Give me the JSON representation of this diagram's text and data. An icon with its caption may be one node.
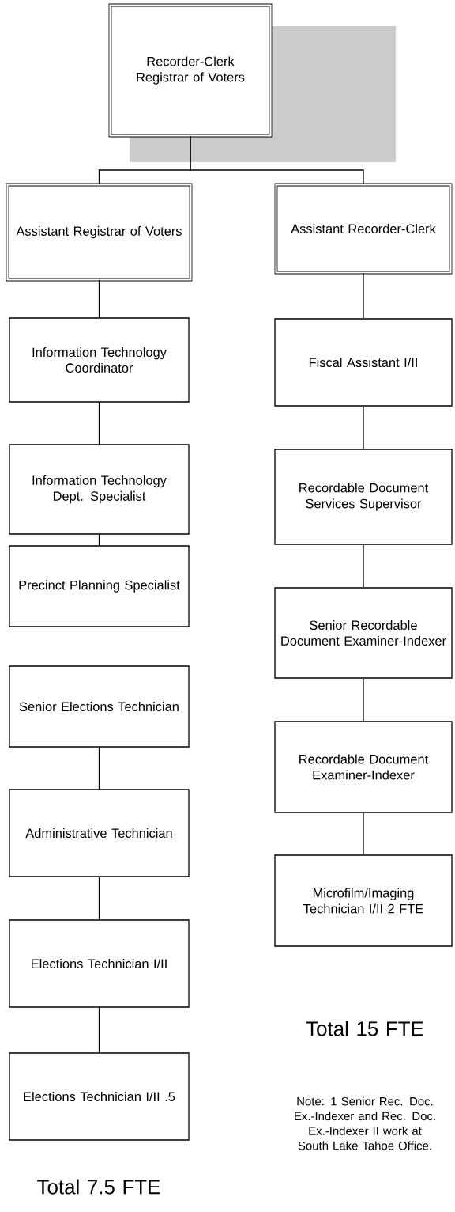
{
  "diagram": {
    "nodes": [
      {
        "text": [
          "Recorder-Clerk Registrar of Voters"
        ]
      },
      {
        "text": [
          "Assistant Registrar of Voters"
        ]
      },
      {
        "text": [
          "Assistant Recorder-Clerk"
        ]
      },
      {
        "text": [
          "Information Technology Coordinator"
        ]
      },
      {
        "text": [
          "Information Technology Dept. Specialist"
        ]
      },
      {
        "text": [
          "Precinct Planning Specialist"
        ]
      },
      {
        "text": [
          "Senior Elections Technician"
        ]
      },
      {
        "text": [
          "Administrative Technician"
        ]
      },
      {
        "text": [
          "Elections Technician I/II"
        ]
      },
      {
        "text": [
          "Elections Technician I/II .5"
        ]
      },
      {
        "text": [
          "Fiscal Assistant I/II"
        ]
      },
      {
        "text": [
          "Recordable Document Services Supervisor"
        ]
      },
      {
        "text": [
          "Senior Recordable Document Examiner-Indexer"
        ]
      },
      {
        "text": [
          "Recordable Document Examiner-Indexer"
        ]
      },
      {
        "text": [
          "Microfilm/Imaging Technician I/II 2 FTE"
        ]
      }
    ],
    "edges": [
      {
        "from": 0,
        "to": 1,
        "arrow": "none"
      },
      {
        "from": 0,
        "to": 2,
        "arrow": "none"
      },
      {
        "from": 1,
        "to": 3,
        "arrow": "none"
      },
      {
        "from": 3,
        "to": 4,
        "arrow": "none"
      },
      {
        "from": 4,
        "to": 5,
        "arrow": "none"
      },
      {
        "from": 6,
        "to": 7,
        "arrow": "none"
      },
      {
        "from": 7,
        "to": 8,
        "arrow": "none"
      },
      {
        "from": 8,
        "to": 9,
        "arrow": "none"
      },
      {
        "from": 2,
        "to": 10,
        "arrow": "none"
      },
      {
        "from": 10,
        "to": 11,
        "arrow": "none"
      },
      {
        "from": 11,
        "to": 12,
        "arrow": "none"
      },
      {
        "from": 12,
        "to": 13,
        "arrow": "none"
      },
      {
        "from": 13,
        "to": 14,
        "arrow": "none"
      }
    ],
    "labels": [
      "Total 15 FTE",
      "Note: 1 Senior Rec. Doc. Ex.-Indexer and Rec. Doc. Ex.-Indexer II work at South Lake Tahoe Office.",
      "Total 7.5 FTE"
    ]
  }
}
